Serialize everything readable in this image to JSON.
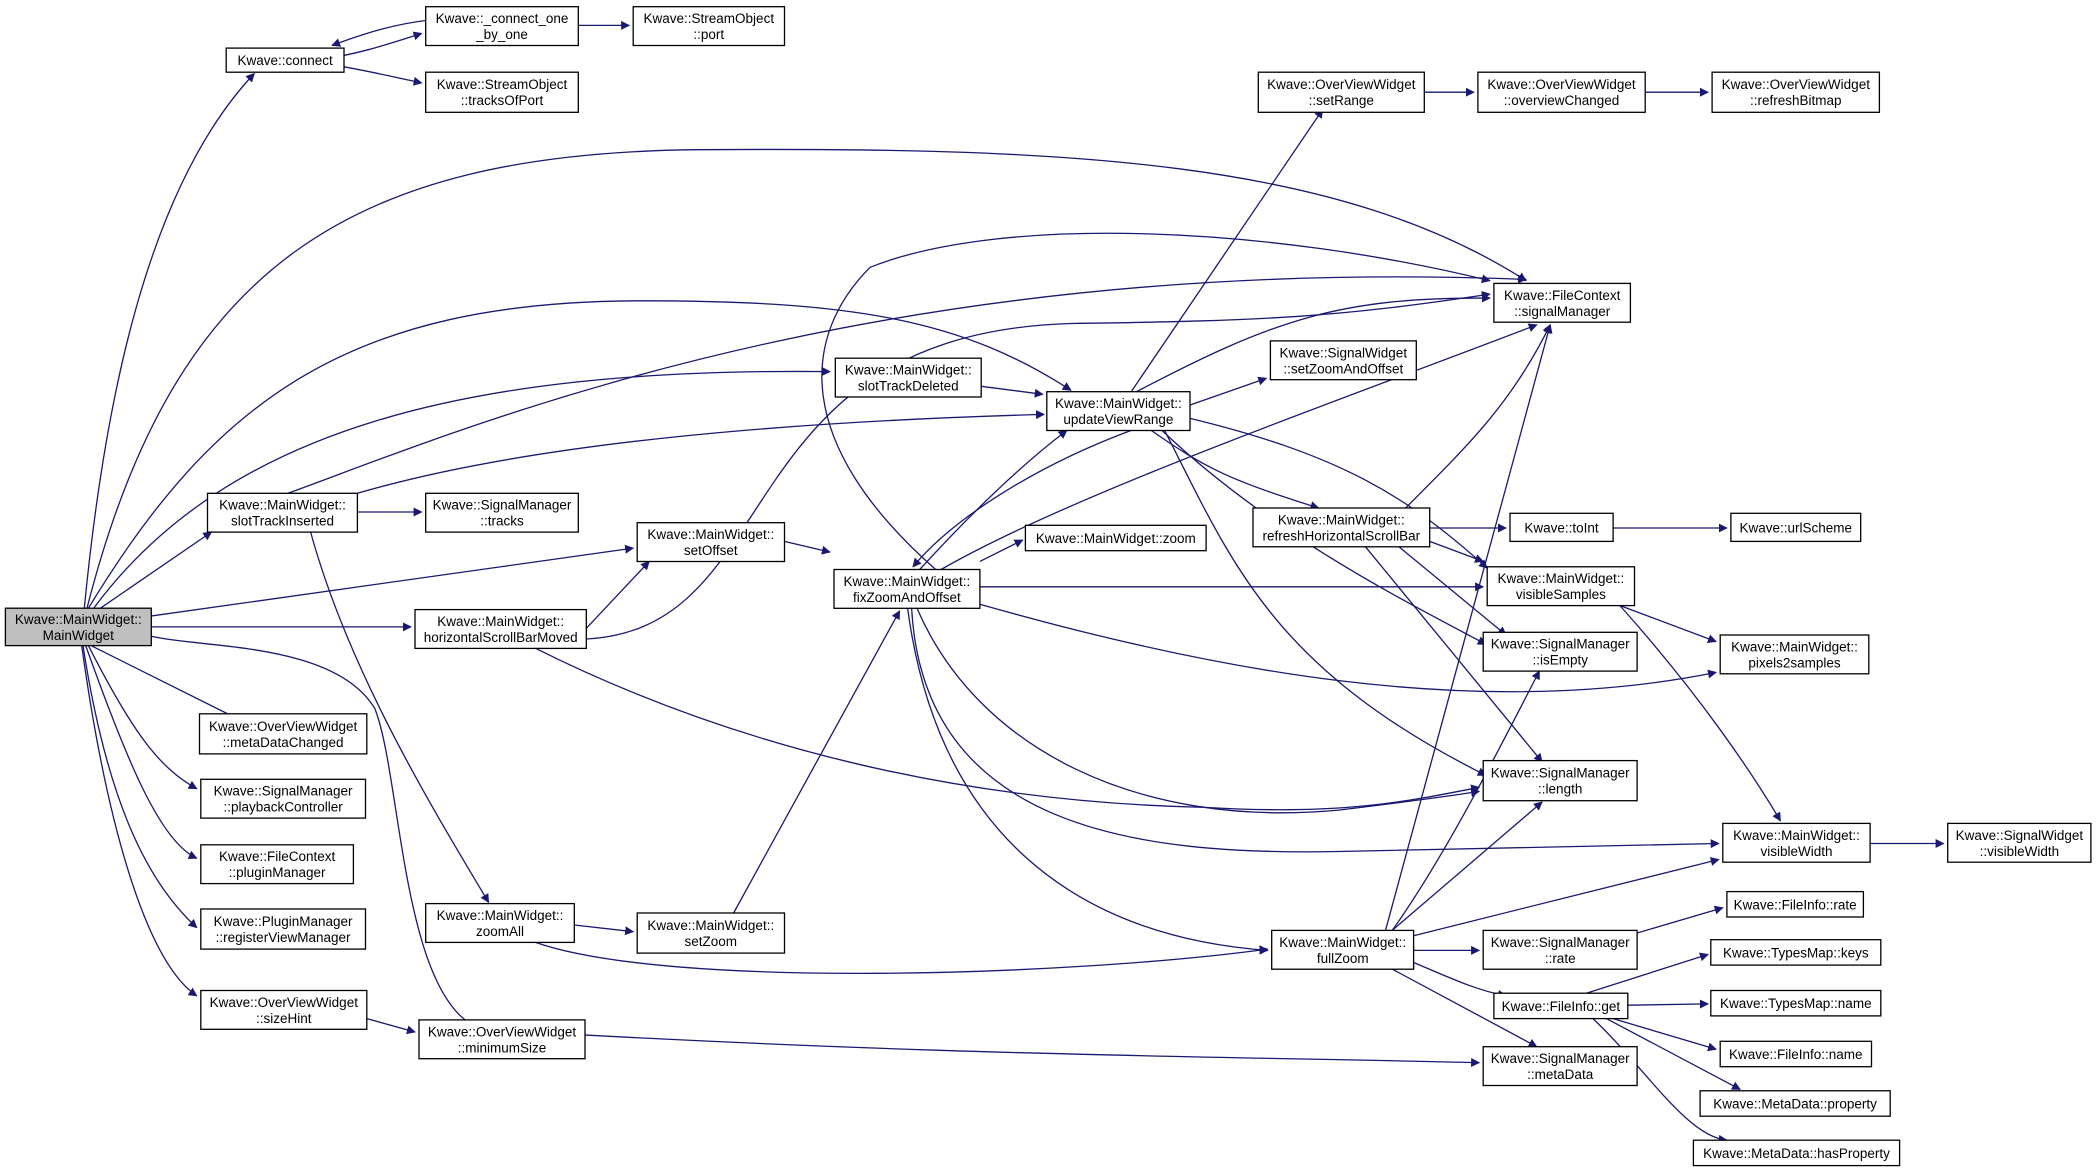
{
  "diagram": {
    "type": "call-graph",
    "edge_color": "#191970",
    "root_fill": "#bfbfbf",
    "nodes": [
      {
        "id": "root",
        "lines": [
          "Kwave::MainWidget::",
          "MainWidget"
        ],
        "root": true
      },
      {
        "id": "connect",
        "lines": [
          "Kwave::connect"
        ]
      },
      {
        "id": "connect_one",
        "lines": [
          "Kwave::_connect_one",
          "_by_one"
        ]
      },
      {
        "id": "so_port",
        "lines": [
          "Kwave::StreamObject",
          "::port"
        ]
      },
      {
        "id": "so_tracks",
        "lines": [
          "Kwave::StreamObject",
          "::tracksOfPort"
        ]
      },
      {
        "id": "ov_setrange",
        "lines": [
          "Kwave::OverViewWidget",
          "::setRange"
        ]
      },
      {
        "id": "ov_changed",
        "lines": [
          "Kwave::OverViewWidget",
          "::overviewChanged"
        ]
      },
      {
        "id": "ov_refresh",
        "lines": [
          "Kwave::OverViewWidget",
          "::refreshBitmap"
        ]
      },
      {
        "id": "fc_sigmgr",
        "lines": [
          "Kwave::FileContext",
          "::signalManager"
        ]
      },
      {
        "id": "sw_setzoom",
        "lines": [
          "Kwave::SignalWidget",
          "::setZoomAndOffset"
        ]
      },
      {
        "id": "mw_deleted",
        "lines": [
          "Kwave::MainWidget::",
          "slotTrackDeleted"
        ]
      },
      {
        "id": "mw_updview",
        "lines": [
          "Kwave::MainWidget::",
          "updateViewRange"
        ]
      },
      {
        "id": "mw_inserted",
        "lines": [
          "Kwave::MainWidget::",
          "slotTrackInserted"
        ]
      },
      {
        "id": "sm_tracks",
        "lines": [
          "Kwave::SignalManager",
          "::tracks"
        ]
      },
      {
        "id": "mw_refreshsb",
        "lines": [
          "Kwave::MainWidget::",
          "refreshHorizontalScrollBar"
        ]
      },
      {
        "id": "toint",
        "lines": [
          "Kwave::toInt"
        ]
      },
      {
        "id": "urlscheme",
        "lines": [
          "Kwave::urlScheme"
        ]
      },
      {
        "id": "mw_zoom",
        "lines": [
          "Kwave::MainWidget::zoom"
        ]
      },
      {
        "id": "mw_setoffset",
        "lines": [
          "Kwave::MainWidget::",
          "setOffset"
        ]
      },
      {
        "id": "mw_fixzoom",
        "lines": [
          "Kwave::MainWidget::",
          "fixZoomAndOffset"
        ]
      },
      {
        "id": "mw_vissamples",
        "lines": [
          "Kwave::MainWidget::",
          "visibleSamples"
        ]
      },
      {
        "id": "mw_hsbmoved",
        "lines": [
          "Kwave::MainWidget::",
          "horizontalScrollBarMoved"
        ]
      },
      {
        "id": "sm_isempty",
        "lines": [
          "Kwave::SignalManager",
          "::isEmpty"
        ]
      },
      {
        "id": "mw_pix2s",
        "lines": [
          "Kwave::MainWidget::",
          "pixels2samples"
        ]
      },
      {
        "id": "ov_metachanged",
        "lines": [
          "Kwave::OverViewWidget",
          "::metaDataChanged"
        ]
      },
      {
        "id": "sm_length",
        "lines": [
          "Kwave::SignalManager",
          "::length"
        ]
      },
      {
        "id": "sm_playback",
        "lines": [
          "Kwave::SignalManager",
          "::playbackController"
        ]
      },
      {
        "id": "mw_viswidth",
        "lines": [
          "Kwave::MainWidget::",
          "visibleWidth"
        ]
      },
      {
        "id": "sw_viswidth",
        "lines": [
          "Kwave::SignalWidget",
          "::visibleWidth"
        ]
      },
      {
        "id": "fc_pluginmgr",
        "lines": [
          "Kwave::FileContext",
          "::pluginManager"
        ]
      },
      {
        "id": "fi_rate",
        "lines": [
          "Kwave::FileInfo::rate"
        ]
      },
      {
        "id": "mw_zoomall",
        "lines": [
          "Kwave::MainWidget::",
          "zoomAll"
        ]
      },
      {
        "id": "mw_setzoom",
        "lines": [
          "Kwave::MainWidget::",
          "setZoom"
        ]
      },
      {
        "id": "mw_fullzoom",
        "lines": [
          "Kwave::MainWidget::",
          "fullZoom"
        ]
      },
      {
        "id": "sm_rate",
        "lines": [
          "Kwave::SignalManager",
          "::rate"
        ]
      },
      {
        "id": "pm_register",
        "lines": [
          "Kwave::PluginManager",
          "::registerViewManager"
        ]
      },
      {
        "id": "tm_keys",
        "lines": [
          "Kwave::TypesMap::keys"
        ]
      },
      {
        "id": "fi_get",
        "lines": [
          "Kwave::FileInfo::get"
        ]
      },
      {
        "id": "tm_name",
        "lines": [
          "Kwave::TypesMap::name"
        ]
      },
      {
        "id": "ov_sizehint",
        "lines": [
          "Kwave::OverViewWidget",
          "::sizeHint"
        ]
      },
      {
        "id": "ov_minsize",
        "lines": [
          "Kwave::OverViewWidget",
          "::minimumSize"
        ]
      },
      {
        "id": "fi_name",
        "lines": [
          "Kwave::FileInfo::name"
        ]
      },
      {
        "id": "sm_metadata",
        "lines": [
          "Kwave::SignalManager",
          "::metaData"
        ]
      },
      {
        "id": "md_property",
        "lines": [
          "Kwave::MetaData::property"
        ]
      },
      {
        "id": "md_hasproperty",
        "lines": [
          "Kwave::MetaData::hasProperty"
        ]
      }
    ]
  }
}
